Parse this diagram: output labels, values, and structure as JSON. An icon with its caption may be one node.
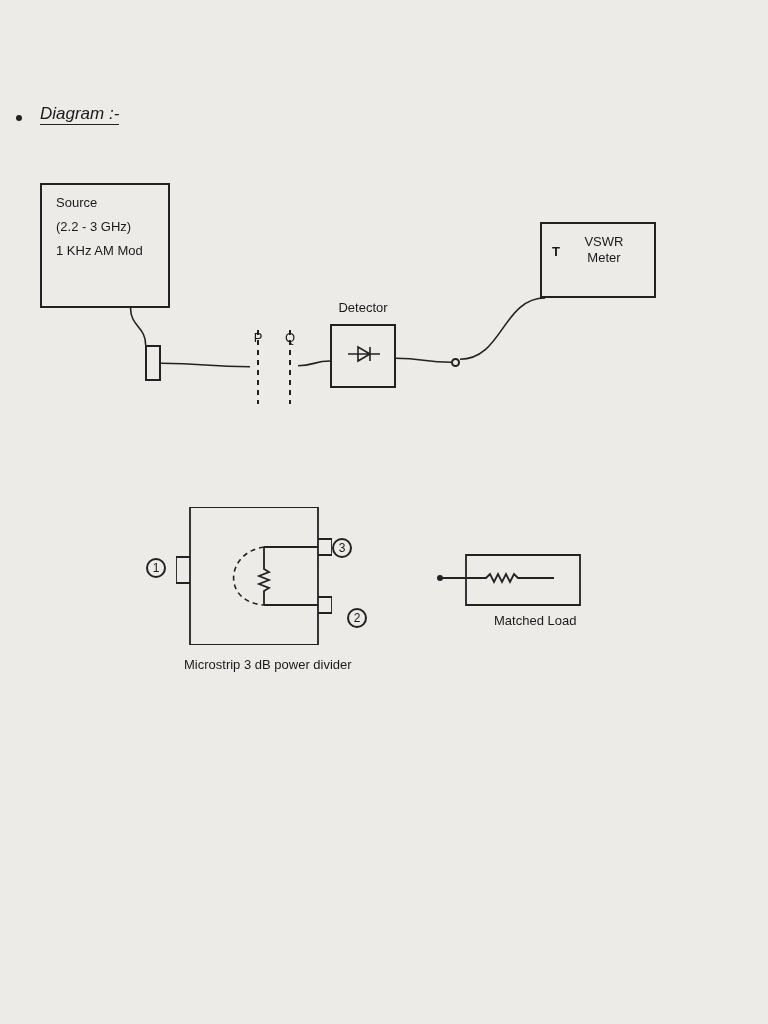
{
  "diagram": {
    "title": "Diagram :-",
    "nodes": [
      {
        "text": [
          "Source",
          "(2.2 - 3 GHz)",
          "1 KHz AM Mod"
        ]
      },
      {
        "text": [],
        "shape": "box"
      },
      {
        "text": [
          "P"
        ]
      },
      {
        "text": [
          "Q"
        ]
      },
      {
        "text": [
          "Detector"
        ]
      },
      {
        "text": [],
        "shape": "circle"
      },
      {
        "text": [
          "T",
          "VSWR Meter"
        ]
      },
      {
        "text": [
          "Microstrip 3 dB power divider"
        ]
      },
      {
        "text": [
          "Matched Load"
        ]
      }
    ],
    "edges": [
      {
        "from": 0,
        "to": 1,
        "arrow": "none"
      },
      {
        "from": 1,
        "to": 2,
        "arrow": "none"
      },
      {
        "from": 3,
        "to": 4,
        "arrow": "none"
      },
      {
        "from": 4,
        "to": 5,
        "arrow": "none"
      },
      {
        "from": 5,
        "to": 6,
        "arrow": "none"
      }
    ],
    "labels": [
      "1",
      "3",
      "2"
    ]
  }
}
